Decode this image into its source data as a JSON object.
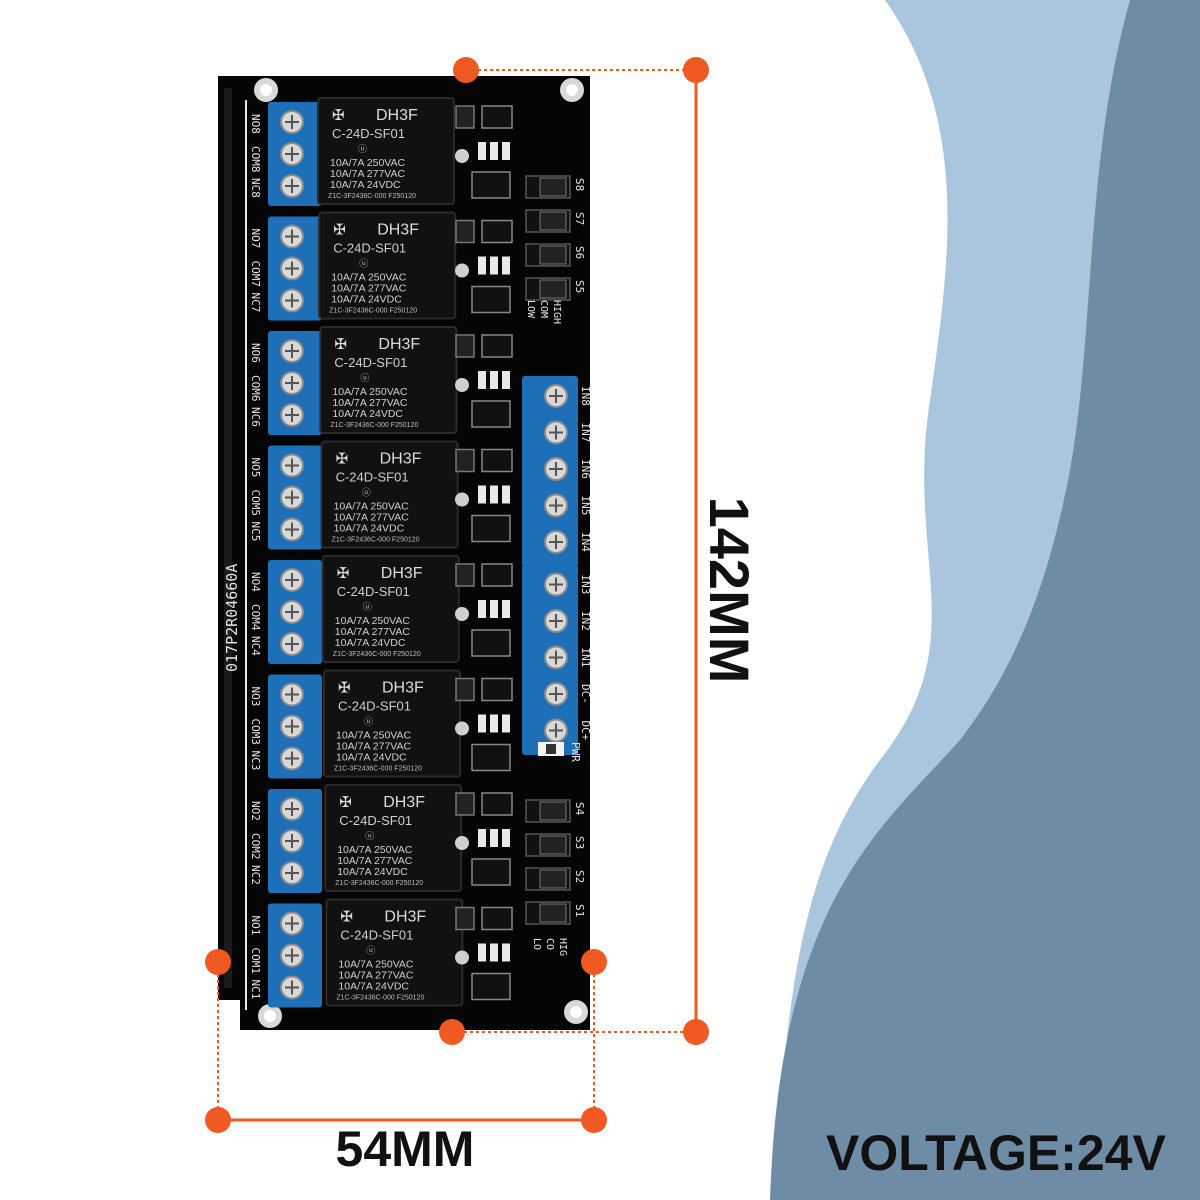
{
  "dimensions": {
    "width_text": "54MM",
    "height_text": "142MM"
  },
  "voltage_text": "VOLTAGE:24V",
  "colors": {
    "dim_accent": "#f05a22",
    "wave_light": "#a9c6de",
    "wave_dark": "#6f8ca7",
    "pcb": "#050505",
    "terminal_blue": "#1d6fb8",
    "relay_body": "#111111"
  },
  "board": {
    "serial": "017P2R04660A",
    "relay": {
      "logo": "DH3F",
      "model": "C-24D-SF01",
      "ratings": [
        "10A/7A   250VAC",
        "10A/7A   277VAC",
        "10A/7A     24VDC"
      ],
      "code": "Z1C-3F2436C-000  F250120"
    },
    "output_groups": [
      [
        "NO8",
        "COM8",
        "NC8"
      ],
      [
        "NO7",
        "COM7",
        "NC7"
      ],
      [
        "NO6",
        "COM6",
        "NC6"
      ],
      [
        "NO5",
        "COM5",
        "NC5"
      ],
      [
        "NO4",
        "COM4",
        "NC4"
      ],
      [
        "NO3",
        "COM3",
        "NC3"
      ],
      [
        "NO2",
        "COM2",
        "NC2"
      ],
      [
        "NO1",
        "COM1",
        "NC1"
      ]
    ],
    "input_labels": [
      "IN8",
      "IN7",
      "IN6",
      "IN5",
      "IN4",
      "IN3",
      "IN2",
      "IN1",
      "DC-",
      "DC+"
    ],
    "pwr_label": "PWR",
    "jumpers_top": [
      "S8",
      "S7",
      "S6",
      "S5"
    ],
    "jumpers_bottom": [
      "S4",
      "S3",
      "S2",
      "S1"
    ],
    "trigger_labels_top": [
      "LOW",
      "COM",
      "HIGH"
    ],
    "trigger_labels_bottom": [
      "LO",
      "CO",
      "HIG"
    ]
  }
}
